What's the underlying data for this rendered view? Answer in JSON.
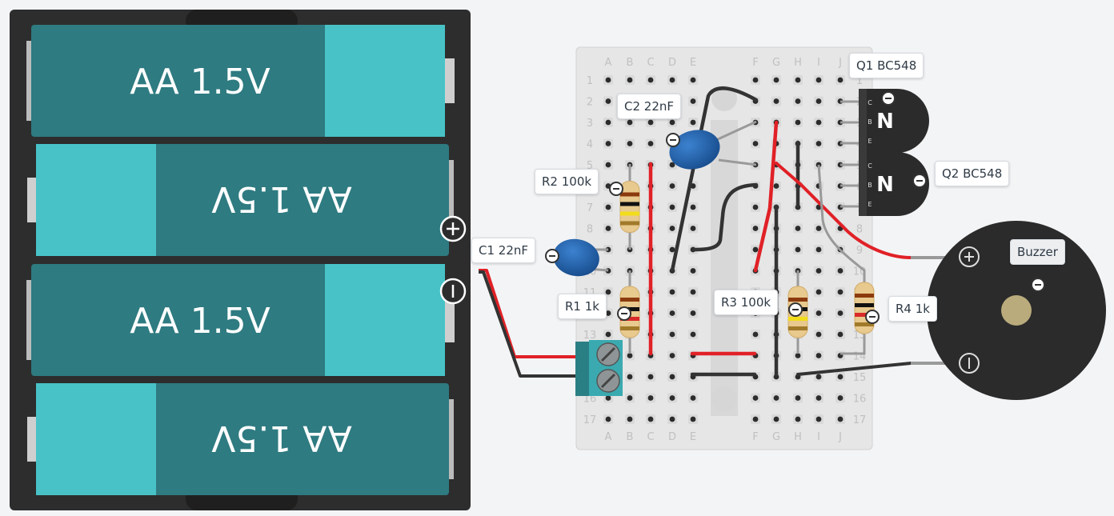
{
  "batteries": [
    {
      "label": "AA 1.5V",
      "flipped": false
    },
    {
      "label": "AA 1.5V",
      "flipped": true
    },
    {
      "label": "AA 1.5V",
      "flipped": false
    },
    {
      "label": "AA 1.5V",
      "flipped": true
    }
  ],
  "breadboard": {
    "columns_left": [
      "A",
      "B",
      "C",
      "D",
      "E"
    ],
    "columns_right": [
      "F",
      "G",
      "H",
      "I",
      "J"
    ],
    "rows": [
      "1",
      "2",
      "3",
      "4",
      "5",
      "6",
      "7",
      "8",
      "9",
      "10",
      "11",
      "12",
      "13",
      "14",
      "15",
      "16",
      "17"
    ]
  },
  "components": {
    "c1": "C1 22nF",
    "c2": "C2 22nF",
    "r1": "R1 1k",
    "r2": "R2 100k",
    "r3": "R3 100k",
    "r4": "R4 1k",
    "q1": "Q1 BC548",
    "q2": "Q2 BC548",
    "buzzer": "Buzzer"
  },
  "transistor_letter": "N",
  "transistor_pins": [
    "C",
    "B",
    "E"
  ],
  "colors": {
    "battery_dark": "#2e7b81",
    "battery_light": "#48c2c6",
    "holder": "#2e2e2e",
    "wire_red": "#e02127",
    "wire_black": "#333333",
    "breadboard": "#e6e6e6",
    "capacitor": "#1f5ea8",
    "terminal": "#2f8a8f"
  }
}
